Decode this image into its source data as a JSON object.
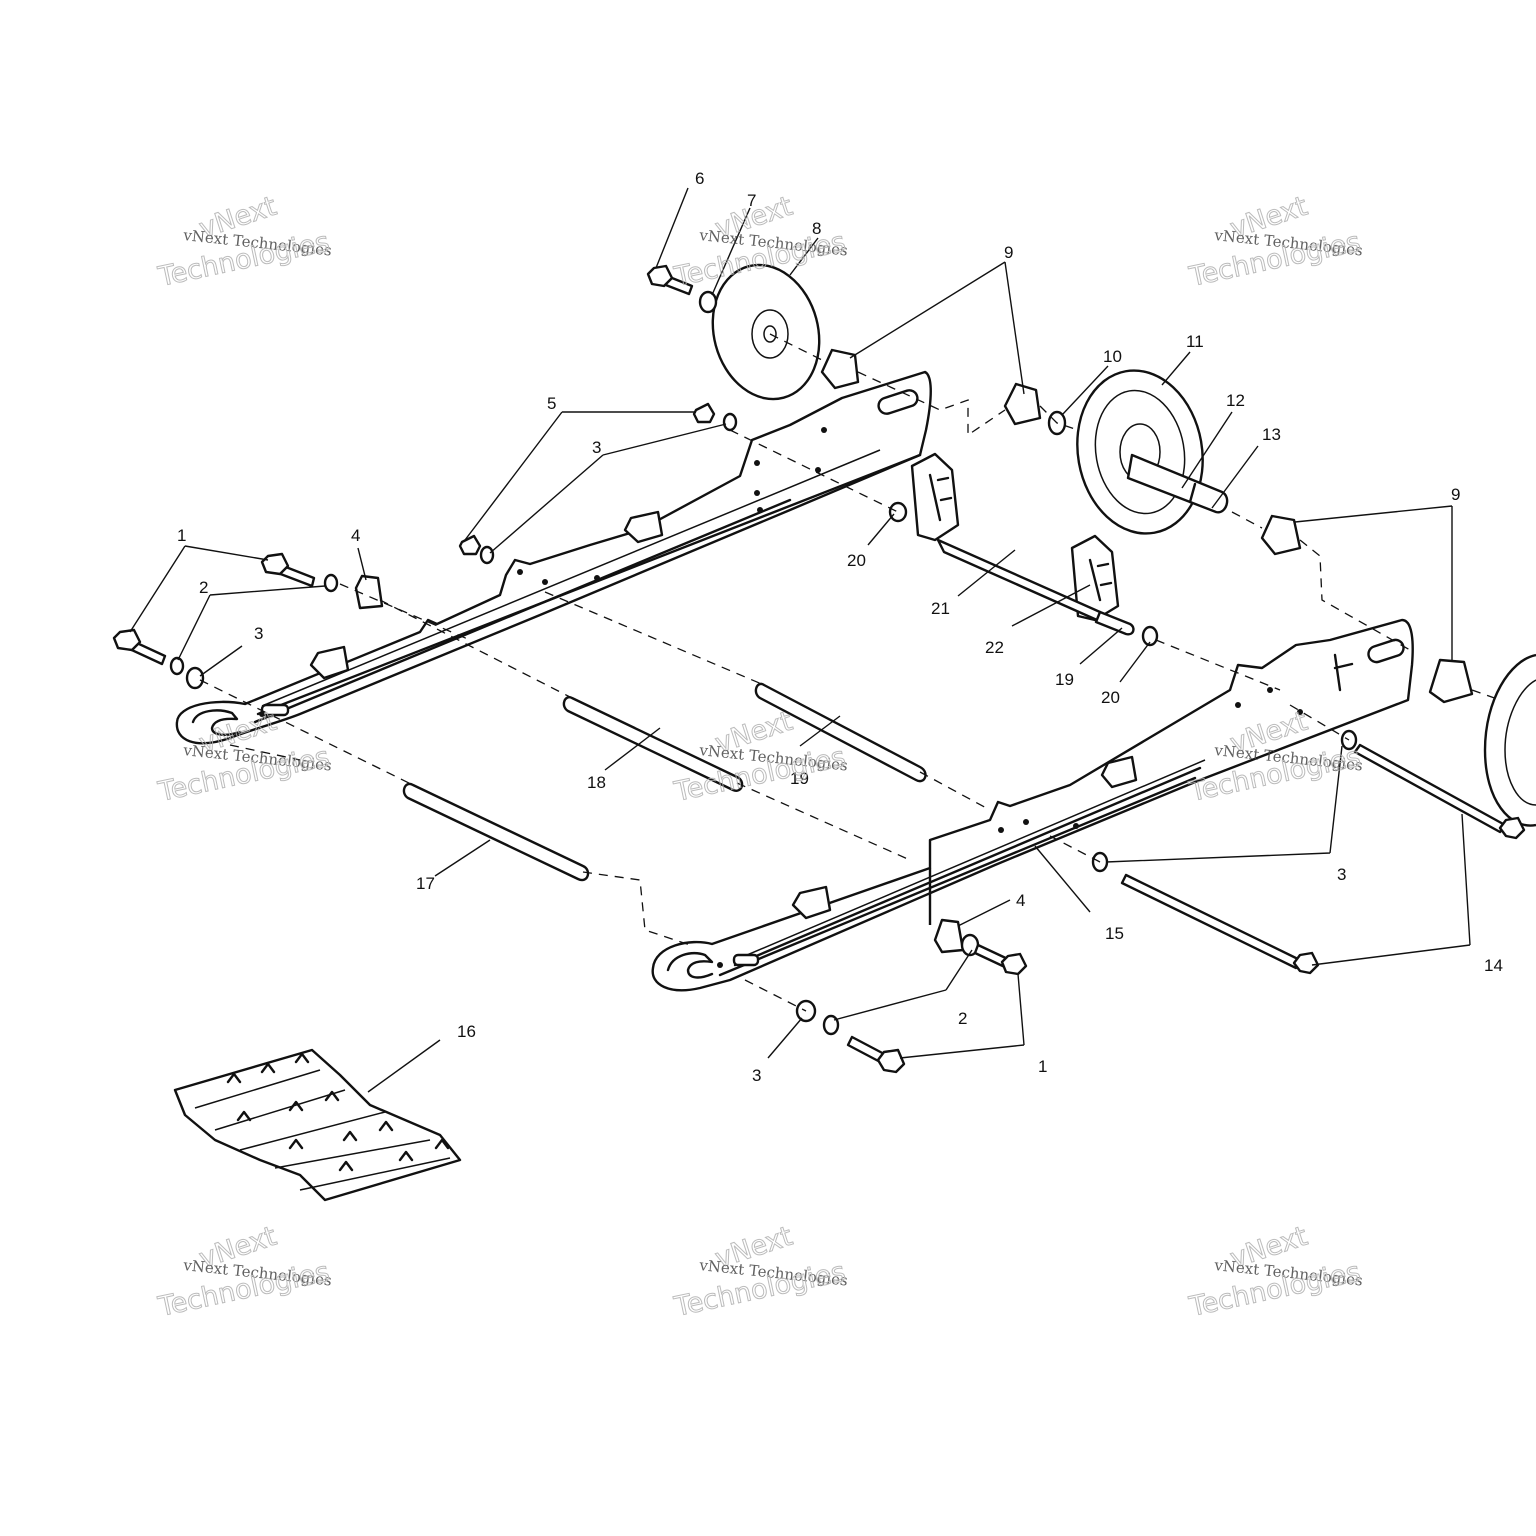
{
  "watermark": {
    "small_text": "vNext Technologies",
    "brand_line1": "vNext",
    "brand_line2": "Technologies"
  },
  "callouts": [
    "1",
    "2",
    "3",
    "4",
    "5",
    "6",
    "7",
    "8",
    "9",
    "10",
    "11",
    "12",
    "13",
    "14",
    "15",
    "16",
    "17",
    "18",
    "19",
    "20",
    "21",
    "22"
  ]
}
